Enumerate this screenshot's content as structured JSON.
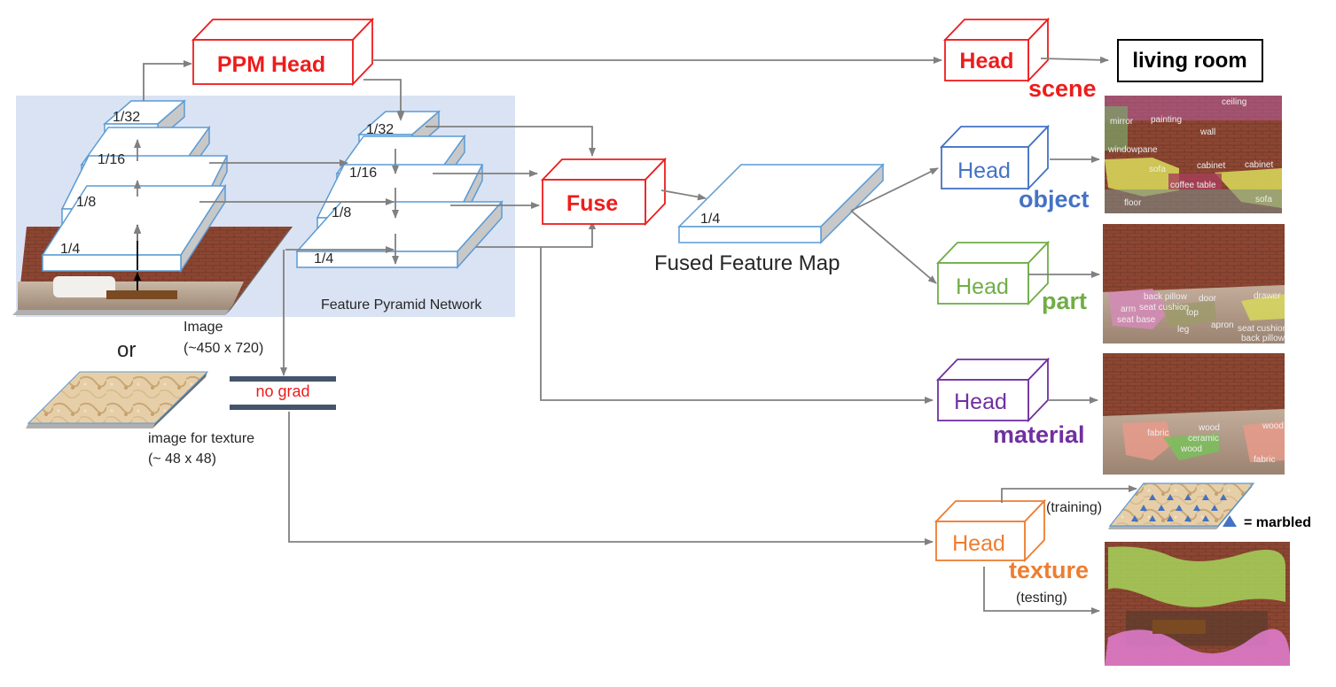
{
  "colors": {
    "red": "#ee1c1c",
    "blue": "#4472c4",
    "green": "#70ad47",
    "purple": "#7030a0",
    "orange": "#ed7d31",
    "layer_edge": "#5b9bd5",
    "panel": "#dae3f3",
    "arrow": "#808080",
    "nograd_bar": "#44546a"
  },
  "labels": {
    "ppm_head": "PPM Head",
    "fuse": "Fuse",
    "fused_map": "Fused Feature Map",
    "fused_scale": "1/4",
    "fpn": "Feature Pyramid Network",
    "image": "Image",
    "image_size": "(~450 x 720)",
    "or": "or",
    "texture_image": "image for texture",
    "texture_size": "(~ 48 x 48)",
    "no_grad": "no grad",
    "training": "(training)",
    "testing": "(testing)",
    "marbled": "= marbled",
    "living_room": "living room"
  },
  "backbone_scales": [
    "1/32",
    "1/16",
    "1/8",
    "1/4"
  ],
  "fpn_scales": [
    "1/32",
    "1/16",
    "1/8",
    "1/4"
  ],
  "heads": [
    {
      "label": "Head",
      "task": "scene"
    },
    {
      "label": "Head",
      "task": "object"
    },
    {
      "label": "Head",
      "task": "part"
    },
    {
      "label": "Head",
      "task": "material"
    },
    {
      "label": "Head",
      "task": "texture"
    }
  ],
  "object_labels": [
    "ceiling",
    "mirror",
    "painting",
    "wall",
    "windowpane",
    "sofa",
    "cabinet",
    "cabinet",
    "coffee table",
    "floor",
    "sofa"
  ],
  "part_labels": [
    "back pillow",
    "door",
    "drawer",
    "arm",
    "seat cushion",
    "seat base",
    "top",
    "leg",
    "apron",
    "seat cushion",
    "back pillow"
  ],
  "material_labels": [
    "fabric",
    "wood",
    "ceramic",
    "wood",
    "wood",
    "fabric"
  ]
}
